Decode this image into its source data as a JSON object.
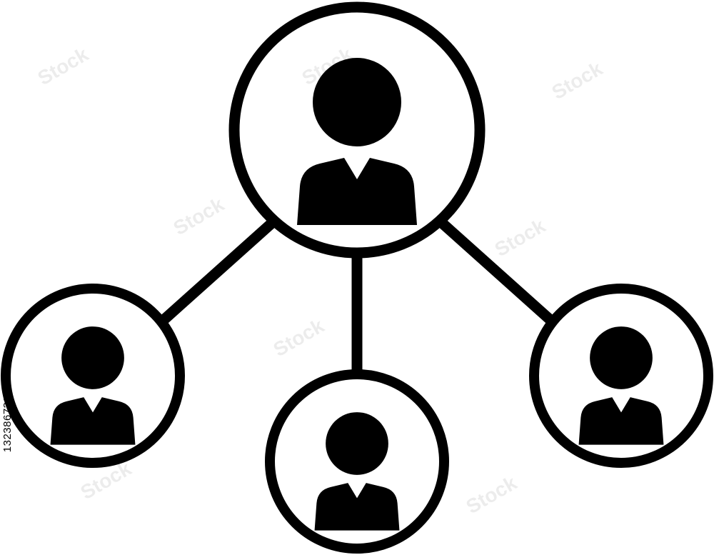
{
  "diagram": {
    "type": "network-hierarchy",
    "stroke_color": "#000000",
    "fill_color": "#000000",
    "background_color": "#ffffff",
    "root": {
      "icon": "person-icon"
    },
    "children": [
      {
        "icon": "person-icon"
      },
      {
        "icon": "person-icon"
      },
      {
        "icon": "person-icon"
      }
    ]
  },
  "watermark": {
    "text": "Stock",
    "image_id": "1323867332"
  }
}
